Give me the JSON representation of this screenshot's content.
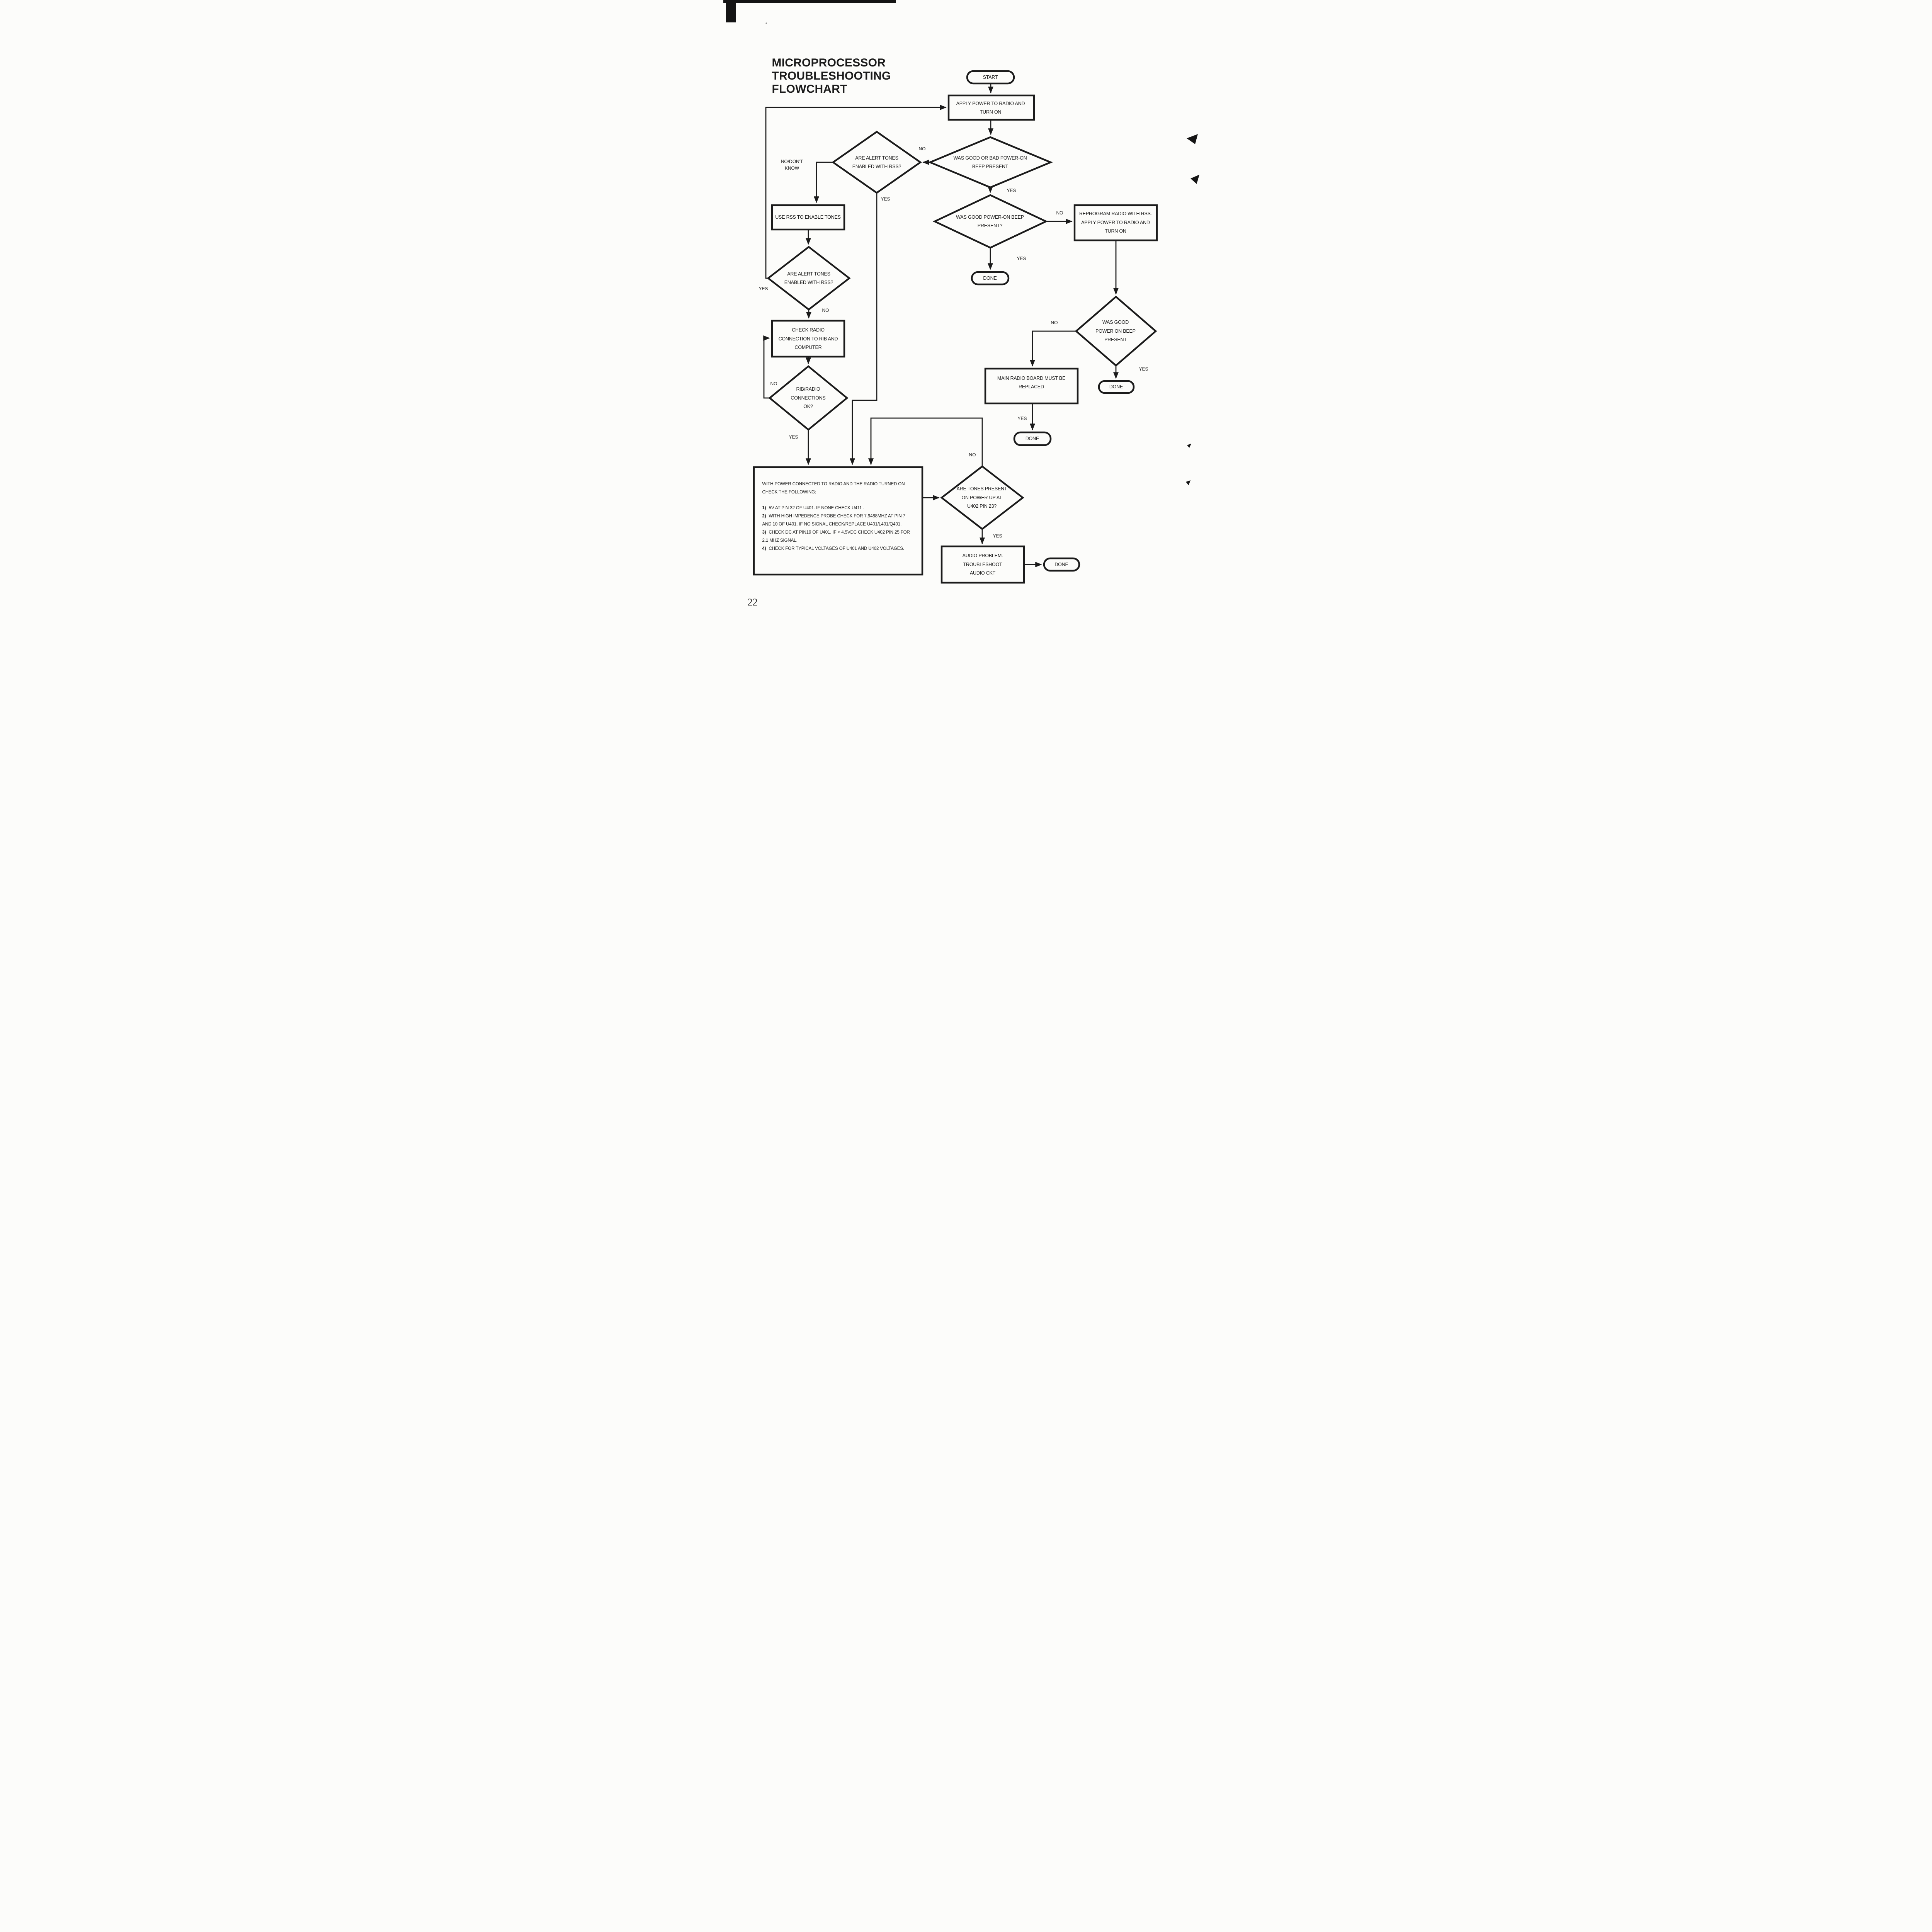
{
  "page": {
    "number": "22",
    "background": "#fcfcfa",
    "ink": "#1b1b1b"
  },
  "title": {
    "lines": [
      "MICROPROCESSOR",
      "TROUBLESHOOTING",
      "FLOWCHART"
    ]
  },
  "labels": {
    "yes": "YES",
    "no": "NO",
    "no_dont_know": "NO/DON'T KNOW"
  },
  "nodes": {
    "start": {
      "type": "terminator",
      "label": "START"
    },
    "apply_power": {
      "type": "process",
      "label": "APPLY POWER TO RADIO AND TURN ON"
    },
    "power_beep": {
      "type": "decision",
      "label": "WAS GOOD OR BAD POWER-ON BEEP PRESENT"
    },
    "alert_tones_rss": {
      "type": "decision",
      "label": "ARE ALERT TONES ENABLED WITH RSS?"
    },
    "use_rss": {
      "type": "process",
      "label": "USE RSS TO ENABLE TONES"
    },
    "alert_tones_rss_2": {
      "type": "decision",
      "label": "ARE ALERT TONES ENABLED WITH RSS?"
    },
    "check_rib": {
      "type": "process",
      "label": "CHECK RADIO CONNECTION TO RIB AND COMPUTER"
    },
    "rib_ok": {
      "type": "decision",
      "label": "RIB/RADIO CONNECTIONS OK?"
    },
    "good_beep": {
      "type": "decision",
      "label": "WAS GOOD POWER-ON BEEP PRESENT?"
    },
    "reprogram": {
      "type": "process",
      "label": "REPROGRAM RADIO WITH RSS. APPLY POWER TO RADIO AND TURN ON"
    },
    "done_after_beep": {
      "type": "terminator",
      "label": "DONE"
    },
    "good_power_beep": {
      "type": "decision",
      "label": "WAS GOOD POWER ON BEEP PRESENT"
    },
    "replace_board": {
      "type": "process",
      "label": "MAIN RADIO BOARD MUST BE REPLACED"
    },
    "done_after_power_beep": {
      "type": "terminator",
      "label": "DONE"
    },
    "done_after_replace": {
      "type": "terminator",
      "label": "DONE"
    },
    "tones_present": {
      "type": "decision",
      "label": "ARE TONES PRESENT ON POWER UP AT U402 PIN 23?"
    },
    "audio_problem": {
      "type": "process",
      "label": "AUDIO PROBLEM. TROUBLESHOOT AUDIO CKT"
    },
    "done_audio": {
      "type": "terminator",
      "label": "DONE"
    }
  },
  "checklist": {
    "intro": "WITH POWER CONNECTED TO RADIO AND THE RADIO TURNED ON CHECK THE FOLLOWING:",
    "items": [
      {
        "num": "1)",
        "text": "5V AT PIN 32 OF U401. IF NONE CHECK U411 ."
      },
      {
        "num": "2)",
        "text": "WITH HIGH IMPEDENCE PROBE CHECK FOR 7.9488MHZ AT PIN 7 AND 10 OF U401. IF NO SIGNAL CHECK/REPLACE U401/L401/Q401."
      },
      {
        "num": "3)",
        "text": "CHECK DC AT PIN19 OF U401. IF < 4.5VDC CHECK U402 PIN 25 FOR 2.1 MHZ SIGNAL."
      },
      {
        "num": "4)",
        "text": "CHECK FOR TYPICAL VOLTAGES OF U401 AND U402 VOLTAGES."
      }
    ]
  }
}
